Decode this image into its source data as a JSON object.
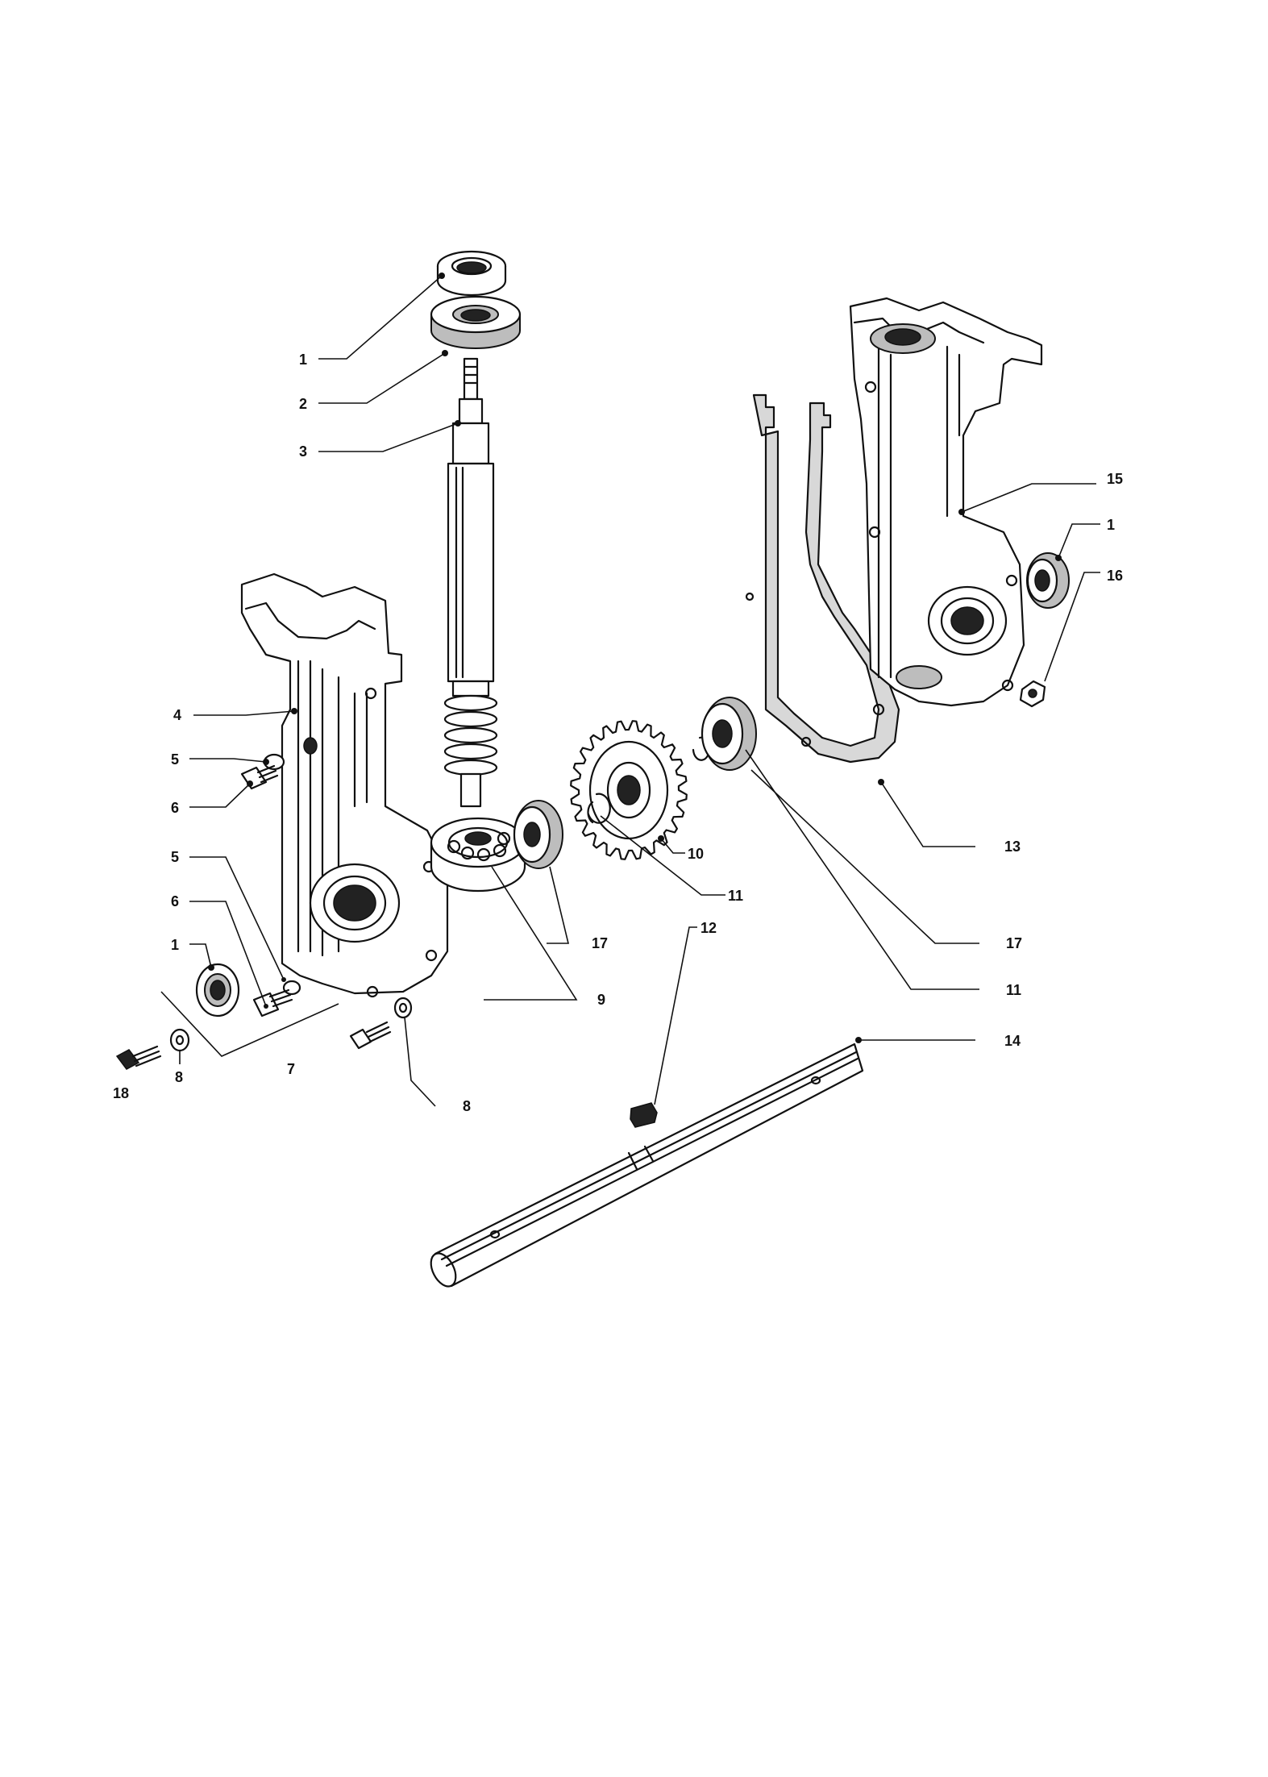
{
  "figure": {
    "callouts": [
      {
        "id": "c1a",
        "text": "1"
      },
      {
        "id": "c2",
        "text": "2"
      },
      {
        "id": "c3",
        "text": "3"
      },
      {
        "id": "c4",
        "text": "4"
      },
      {
        "id": "c5a",
        "text": "5"
      },
      {
        "id": "c6a",
        "text": "6"
      },
      {
        "id": "c5b",
        "text": "5"
      },
      {
        "id": "c6b",
        "text": "6"
      },
      {
        "id": "c1b",
        "text": "1"
      },
      {
        "id": "c18",
        "text": "18"
      },
      {
        "id": "c8a",
        "text": "8"
      },
      {
        "id": "c7",
        "text": "7"
      },
      {
        "id": "c8b",
        "text": "8"
      },
      {
        "id": "c9",
        "text": "9"
      },
      {
        "id": "c17a",
        "text": "17"
      },
      {
        "id": "c10",
        "text": "10"
      },
      {
        "id": "c11a",
        "text": "11"
      },
      {
        "id": "c12",
        "text": "12"
      },
      {
        "id": "c11b",
        "text": "11"
      },
      {
        "id": "c17b",
        "text": "17"
      },
      {
        "id": "c13",
        "text": "13"
      },
      {
        "id": "c14",
        "text": "14"
      },
      {
        "id": "c15",
        "text": "15"
      },
      {
        "id": "c1c",
        "text": "1"
      },
      {
        "id": "c16",
        "text": "16"
      }
    ]
  }
}
